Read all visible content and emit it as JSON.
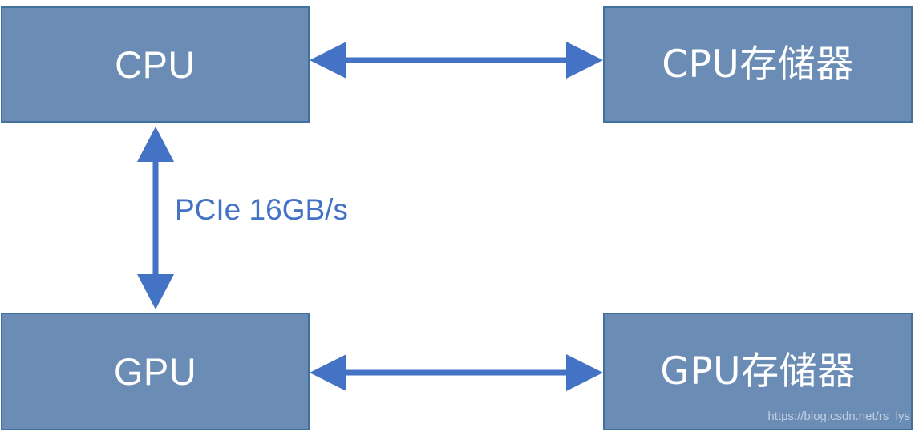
{
  "diagram": {
    "title": "CPU-GPU memory architecture block diagram",
    "colors": {
      "box_fill": "#6A8CB5",
      "box_border": "#41719C",
      "box_text": "#FFFFFF",
      "arrow": "#4472C4",
      "link_label": "#4472C4",
      "watermark": "#C8D4E4",
      "background": "#FFFFFF"
    },
    "nodes": [
      {
        "id": "cpu",
        "label": "CPU",
        "position": "top-left"
      },
      {
        "id": "cpu_mem",
        "label": "CPU存储器",
        "position": "top-right"
      },
      {
        "id": "gpu",
        "label": "GPU",
        "position": "bottom-left"
      },
      {
        "id": "gpu_mem",
        "label": "GPU存储器",
        "position": "bottom-right"
      }
    ],
    "connections": [
      {
        "id": "cpu-to-cpu-mem",
        "from": "cpu",
        "to": "cpu_mem",
        "orientation": "horizontal",
        "arrowheads": "both",
        "label": ""
      },
      {
        "id": "cpu-to-gpu",
        "from": "cpu",
        "to": "gpu",
        "orientation": "vertical",
        "arrowheads": "both",
        "label": "PCIe 16GB/s"
      },
      {
        "id": "gpu-to-gpu-mem",
        "from": "gpu",
        "to": "gpu_mem",
        "orientation": "horizontal",
        "arrowheads": "both",
        "label": ""
      }
    ],
    "watermark": "https://blog.csdn.net/rs_lys"
  }
}
